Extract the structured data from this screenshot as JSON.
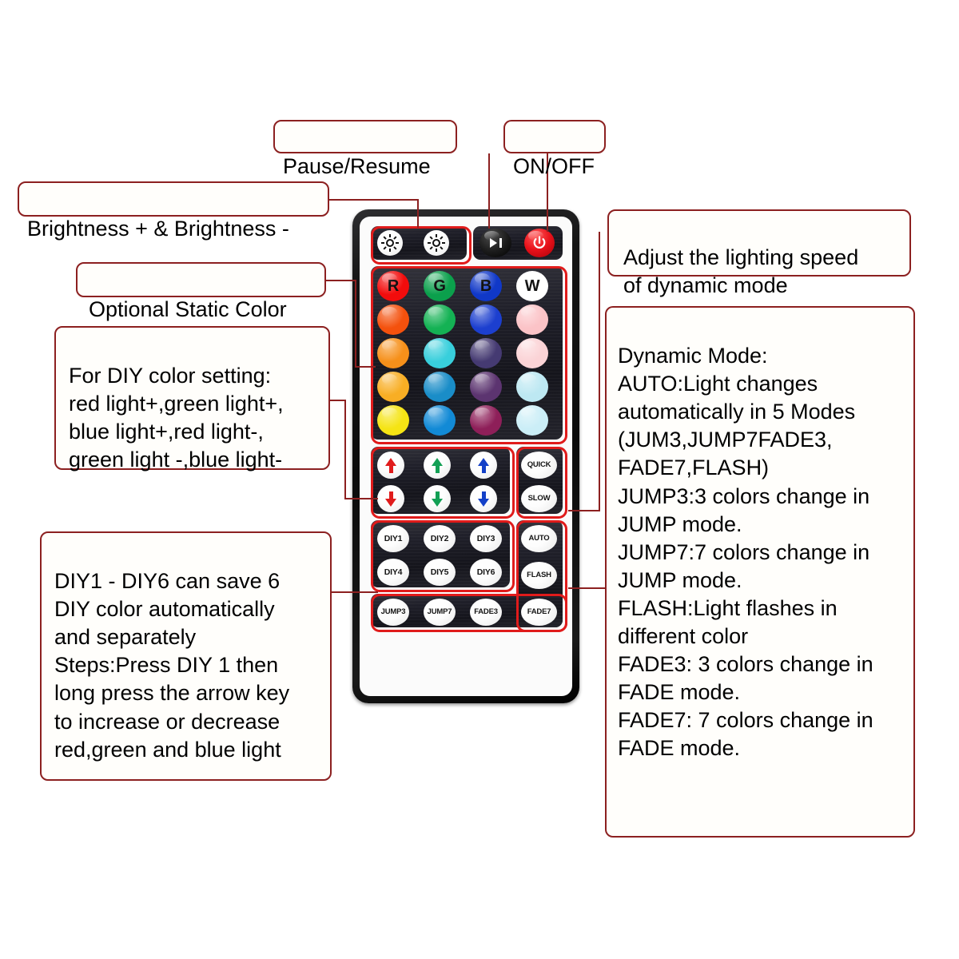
{
  "document": {
    "title": "RGB LED Strip 44-Key IR Remote Control — Button Guide",
    "background_color": "#ffffff",
    "callout_border_color": "#8c2020",
    "highlight_color": "#e01b1b"
  },
  "callouts": [
    {
      "id": "pause-resume",
      "text": "Pause/Resume"
    },
    {
      "id": "on-off",
      "text": "ON/OFF"
    },
    {
      "id": "brightness",
      "text": "Brightness + & Brightness -"
    },
    {
      "id": "static-color",
      "text": "Optional Static Color"
    },
    {
      "id": "speed",
      "text": "Adjust the lighting speed\nof dynamic mode"
    },
    {
      "id": "diy-setting",
      "text": "For DIY color setting:\nred light+,green light+,\nblue light+,red light-,\ngreen light -,blue light-"
    },
    {
      "id": "diy-save",
      "text": "DIY1 - DIY6 can save 6\nDIY color automatically\nand separately\nSteps:Press DIY 1 then\nlong press the arrow key\nto increase or decrease\nred,green and blue light"
    },
    {
      "id": "dynamic-mode",
      "text": "Dynamic Mode:\nAUTO:Light changes\nautomatically in 5 Modes\n(JUM3,JUMP7FADE3,\nFADE7,FLASH)\nJUMP3:3 colors change in\nJUMP mode.\nJUMP7:7 colors change in\nJUMP mode.\nFLASH:Light flashes in\ndifferent color\nFADE3: 3 colors change in\nFADE mode.\nFADE7: 7 colors change in\nFADE mode."
    }
  ],
  "remote": {
    "top_row": {
      "brightness_up": {
        "label": "",
        "icon": "sun-up-icon"
      },
      "brightness_down": {
        "label": "",
        "icon": "sun-down-icon"
      },
      "play_pause": {
        "label": "",
        "icon": "play-pause-icon"
      },
      "power": {
        "label": "",
        "icon": "power-icon",
        "color": "#e8111a"
      }
    },
    "color_grid": {
      "rows": [
        [
          {
            "label": "R",
            "color": "#f20c0c",
            "text_color": "#111111"
          },
          {
            "label": "G",
            "color": "#0ba04c",
            "text_color": "#111111"
          },
          {
            "label": "B",
            "color": "#1038c8",
            "text_color": "#111111"
          },
          {
            "label": "W",
            "color": "#ffffff",
            "text_color": "#111111"
          }
        ],
        [
          {
            "label": "",
            "color": "#f4510d"
          },
          {
            "label": "",
            "color": "#14b254"
          },
          {
            "label": "",
            "color": "#1c3fcf"
          },
          {
            "label": "",
            "color": "#fbc3c7"
          }
        ],
        [
          {
            "label": "",
            "color": "#f6901a"
          },
          {
            "label": "",
            "color": "#38cfdc"
          },
          {
            "label": "",
            "color": "#453a72"
          },
          {
            "label": "",
            "color": "#fbd3d6"
          }
        ],
        [
          {
            "label": "",
            "color": "#f8ae24"
          },
          {
            "label": "",
            "color": "#1a8dc8"
          },
          {
            "label": "",
            "color": "#5c3470"
          },
          {
            "label": "",
            "color": "#bde8f2"
          }
        ],
        [
          {
            "label": "",
            "color": "#f5e414"
          },
          {
            "label": "",
            "color": "#128ad6"
          },
          {
            "label": "",
            "color": "#8e1f59"
          },
          {
            "label": "",
            "color": "#cbeef7"
          }
        ]
      ]
    },
    "arrows": [
      {
        "name": "red-up",
        "direction": "up",
        "color": "#e01b1b"
      },
      {
        "name": "green-up",
        "direction": "up",
        "color": "#13a055"
      },
      {
        "name": "blue-up",
        "direction": "up",
        "color": "#1340c8"
      },
      {
        "name": "red-down",
        "direction": "down",
        "color": "#e01b1b"
      },
      {
        "name": "green-down",
        "direction": "down",
        "color": "#13a055"
      },
      {
        "name": "blue-down",
        "direction": "down",
        "color": "#1340c8"
      }
    ],
    "speed_buttons": [
      "QUICK",
      "SLOW"
    ],
    "diy_buttons": [
      "DIY1",
      "DIY2",
      "DIY3",
      "DIY4",
      "DIY5",
      "DIY6"
    ],
    "mode_buttons": [
      "AUTO",
      "FLASH",
      "FADE7"
    ],
    "jump_buttons": [
      "JUMP3",
      "JUMP7",
      "FADE3"
    ]
  }
}
